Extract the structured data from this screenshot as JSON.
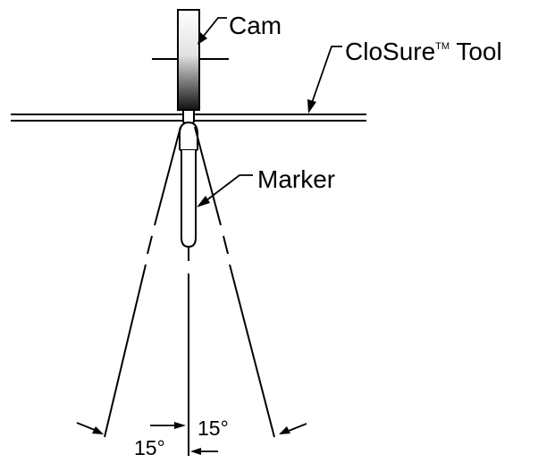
{
  "labels": {
    "cam": "Cam",
    "tool_name": "CloSure",
    "tool_tm": "TM",
    "tool_suffix": " Tool",
    "marker": "Marker",
    "angle_right": "15°",
    "angle_left": "15°"
  },
  "colors": {
    "ink": "#000000",
    "paper": "#ffffff",
    "cam_gradient_top": "#ffffff",
    "cam_gradient_bottom": "#111111"
  }
}
